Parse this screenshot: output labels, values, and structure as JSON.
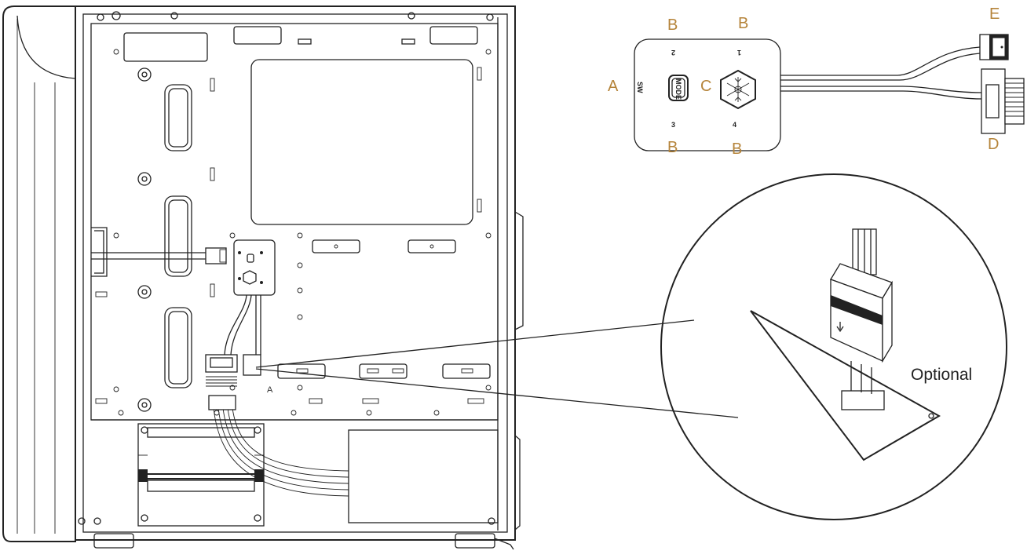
{
  "diagram": {
    "detail_labels": {
      "switch_a": "A",
      "ports_top_left": "B",
      "ports_top_right": "B",
      "ports_bottom_left": "B",
      "ports_bottom_right": "B",
      "fan_button_c": "C",
      "power_connector_d": "D",
      "cable_e": "E"
    },
    "hub_markings": {
      "sw": "SW",
      "mode": "MODE",
      "port1": "1",
      "port2": "2",
      "port3": "3",
      "port4": "4"
    },
    "case_label": "A",
    "magnifier_label": "Optional",
    "label_color": "#b5843a"
  }
}
